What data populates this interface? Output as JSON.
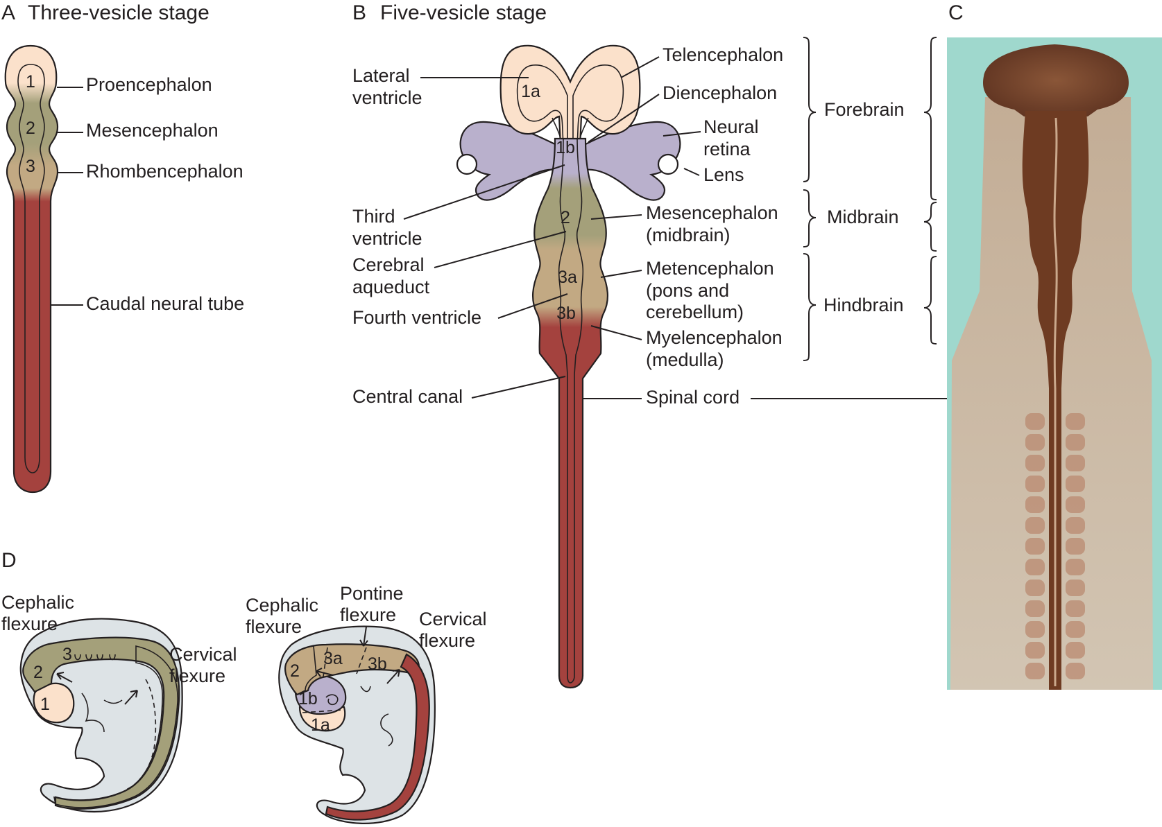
{
  "colors": {
    "forebrain": "#fbe1cb",
    "eye": "#b9b0cc",
    "midbrain": "#a4a07a",
    "hindbrain": "#c2a983",
    "spinal": "#a4423e",
    "lumen": "#eef5fa",
    "embryo": "#dde3e6",
    "photo_bg": "#9fd8cd",
    "tissue_dark": "#6e3b22"
  },
  "panel_a": {
    "letter": "A",
    "title": "Three-vesicle stage",
    "vesicles": [
      "1",
      "2",
      "3"
    ],
    "labels": {
      "proencephalon": "Proencephalon",
      "mesencephalon": "Mesencephalon",
      "rhombencephalon": "Rhombencephalon",
      "caudal": "Caudal neural tube"
    }
  },
  "panel_b": {
    "letter": "B",
    "title": "Five-vesicle stage",
    "vesicles": [
      "1a",
      "1b",
      "2",
      "3a",
      "3b"
    ],
    "left_labels": {
      "lateral_ventricle": [
        "Lateral",
        "ventricle"
      ],
      "third_ventricle": [
        "Third",
        "ventricle"
      ],
      "cerebral_aqueduct": [
        "Cerebral",
        "aqueduct"
      ],
      "fourth_ventricle": "Fourth ventricle",
      "central_canal": "Central canal"
    },
    "right_labels": {
      "telencephalon": "Telencephalon",
      "diencephalon": "Diencephalon",
      "neural_retina": [
        "Neural",
        "retina"
      ],
      "lens": "Lens",
      "mesencephalon": [
        "Mesencephalon",
        "(midbrain)"
      ],
      "metencephalon": [
        "Metencephalon",
        "(pons and",
        "cerebellum)"
      ],
      "myelencephalon": [
        "Myelencephalon",
        "(medulla)"
      ],
      "spinal_cord": "Spinal cord"
    },
    "regions": {
      "forebrain": "Forebrain",
      "midbrain": "Midbrain",
      "hindbrain": "Hindbrain"
    }
  },
  "panel_c": {
    "letter": "C"
  },
  "panel_d": {
    "letter": "D",
    "left": {
      "cephalic": [
        "Cephalic",
        "flexure"
      ],
      "cervical": [
        "Cervical",
        "flexure"
      ],
      "numbers": [
        "3",
        "2",
        "1"
      ]
    },
    "right": {
      "cephalic": [
        "Cephalic",
        "flexure"
      ],
      "pontine": [
        "Pontine",
        "flexure"
      ],
      "cervical": [
        "Cervical",
        "flexure"
      ],
      "numbers": [
        "3a",
        "3b",
        "2",
        "1b",
        "1a"
      ]
    }
  }
}
